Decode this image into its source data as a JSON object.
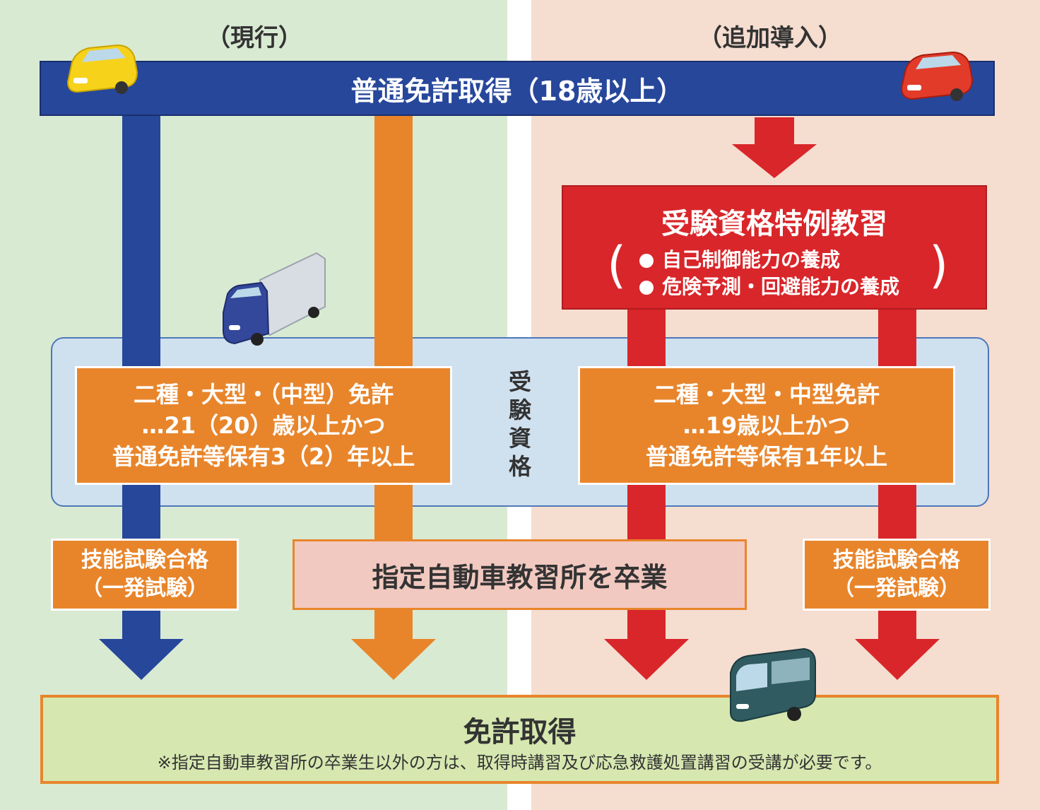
{
  "labels": {
    "current": "（現行）",
    "added": "（追加導入）"
  },
  "top_bar": "普通免許取得（18歳以上）",
  "special_training": {
    "title": "受験資格特例教習",
    "bullets": [
      "自己制御能力の養成",
      "危険予測・回避能力の養成"
    ]
  },
  "qualification_label": [
    "受",
    "験",
    "資",
    "格"
  ],
  "current_requirement": {
    "lines": [
      "二種・大型・（中型）免許",
      "…21（20）歳以上かつ",
      "普通免許等保有3（2）年以上"
    ]
  },
  "new_requirement": {
    "lines": [
      "二種・大型・中型免許",
      "…19歳以上かつ",
      "普通免許等保有1年以上"
    ]
  },
  "skill_test": {
    "line1": "技能試験合格",
    "line2": "（一発試験）"
  },
  "driving_school": "指定自動車教習所を卒業",
  "final": {
    "title": "免許取得",
    "note": "※指定自動車教習所の卒業生以外の方は、取得時講習及び応急救護処置講習の受講が必要です。"
  },
  "colors": {
    "blue": "#27479b",
    "orange": "#e8852b",
    "red": "#d9262a",
    "left_bg": "#d9ead3",
    "right_bg": "#f5ddd0"
  },
  "icons": [
    "yellow-car-icon",
    "red-car-icon",
    "truck-icon",
    "bus-icon"
  ]
}
